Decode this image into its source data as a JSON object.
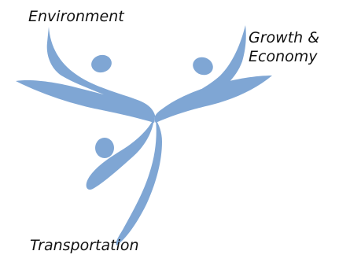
{
  "labels": {
    "environment": "Environment",
    "growth_line1": "Growth &",
    "growth_line2": "Economy",
    "transportation": "Transportation"
  },
  "colors": {
    "figure": "#7fa6d4",
    "text": "#111111"
  },
  "figures": [
    {
      "name": "environment-figure"
    },
    {
      "name": "growth-economy-figure"
    },
    {
      "name": "transportation-figure"
    }
  ]
}
